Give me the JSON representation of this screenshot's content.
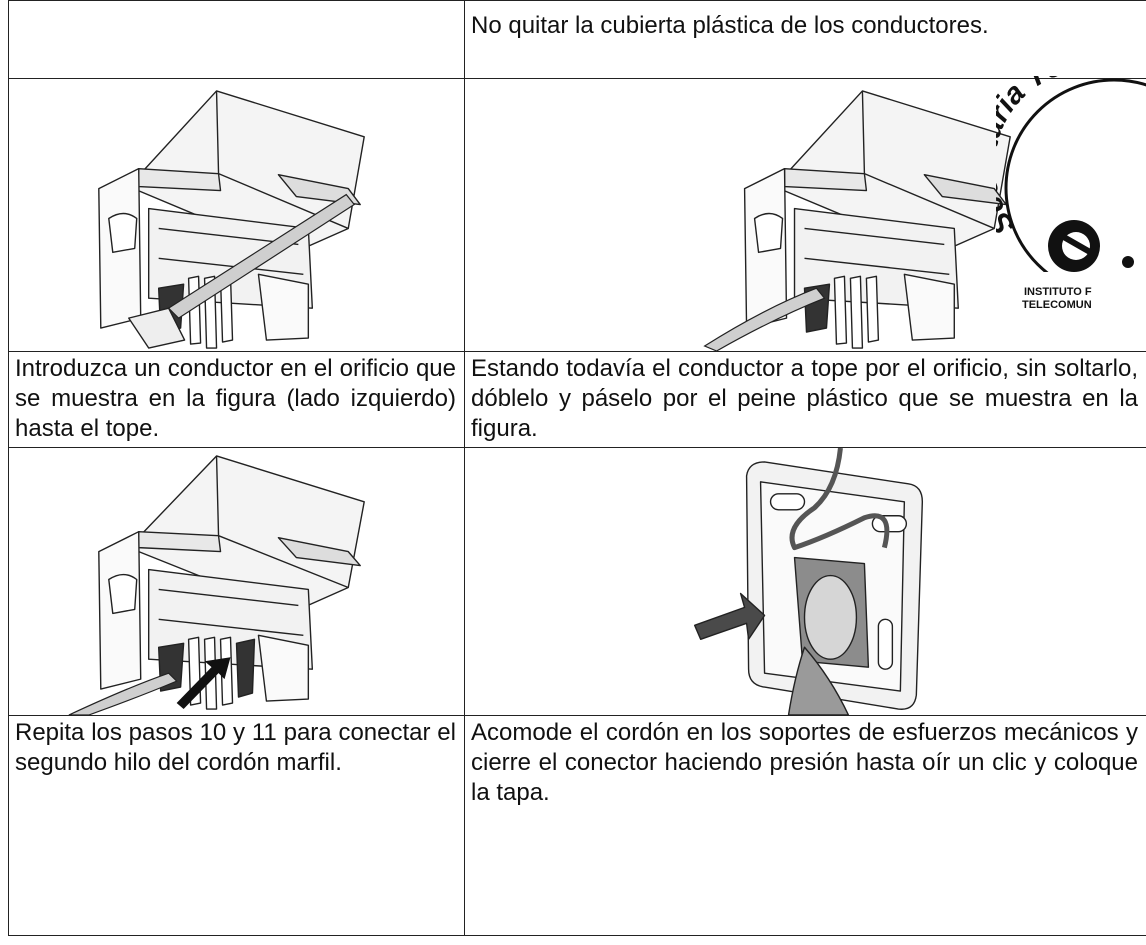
{
  "rows": [
    {
      "left": "",
      "right": "No quitar la cubierta plástica de los conductores."
    },
    {
      "left": "Introduzca un conductor en el orificio que se muestra en la figura (lado izquierdo) hasta el tope.",
      "right": "Estando todavía el conductor a tope por el orificio, sin soltarlo, dóblelo y páselo por el peine plástico que se muestra en la figura."
    },
    {
      "left": "Repita los pasos 10 y 11 para conectar el segundo hilo del cordón marfil.",
      "right": "Acomode el cordón en los soportes de esfuerzos mecánicos y cierre el conector haciendo presión hasta oír un clic y coloque la tapa."
    }
  ],
  "seal": {
    "arc_text": "Secretaria Téc",
    "line1": "INSTITUTO F",
    "line2": "TELECOMUN"
  }
}
